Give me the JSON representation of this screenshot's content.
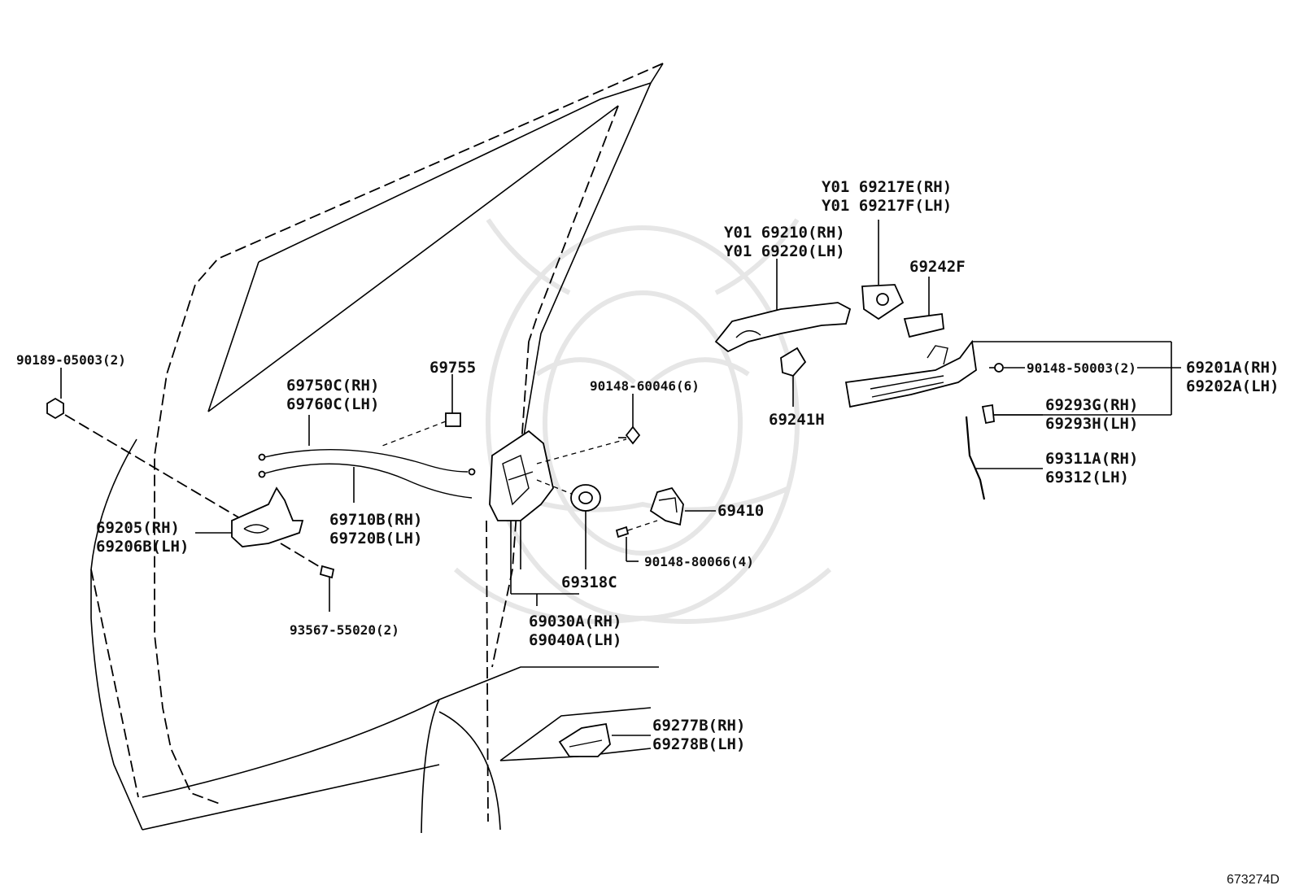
{
  "diagram": {
    "labels": {
      "p90189": "90189-05003(2)",
      "p69750": "69750C(RH)",
      "p69760": "69760C(LH)",
      "p69755": "69755",
      "p90148_60046": "90148-60046(6)",
      "p69205": "69205(RH)",
      "p69206": "69206B(LH)",
      "p69710": "69710B(RH)",
      "p69720": "69720B(LH)",
      "p69410": "69410",
      "p90148_80066": "90148-80066(4)",
      "p69318": "69318C",
      "p93567": "93567-55020(2)",
      "p69030": "69030A(RH)",
      "p69040": "69040A(LH)",
      "p69217e": "Y01 69217E(RH)",
      "p69217f": "Y01 69217F(LH)",
      "p69210": "Y01 69210(RH)",
      "p69220": "Y01 69220(LH)",
      "p69242": "69242F",
      "p90148_50003": "90148-50003(2)",
      "p69201": "69201A(RH)",
      "p69202": "69202A(LH)",
      "p69241": "69241H",
      "p69293g": "69293G(RH)",
      "p69293h": "69293H(LH)",
      "p69311": "69311A(RH)",
      "p69312": "69312(LH)",
      "p69277": "69277B(RH)",
      "p69278": "69278B(LH)"
    },
    "reference": "673274D"
  }
}
